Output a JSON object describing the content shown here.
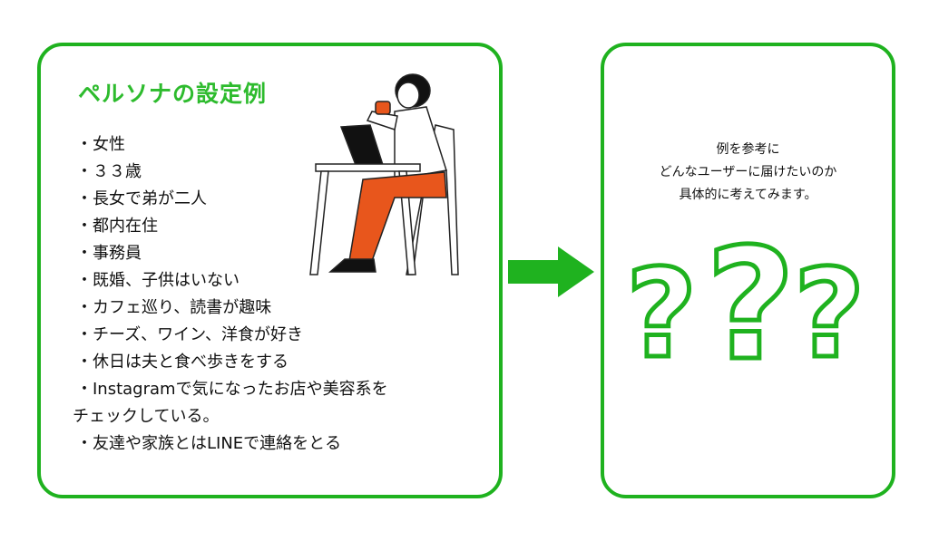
{
  "left_panel": {
    "title": "ペルソナの設定例",
    "items": [
      "・女性",
      "・３３歳",
      "・長女で弟が二人",
      "・都内在住",
      "・事務員",
      "・既婚、子供はいない",
      "・カフェ巡り、読書が趣味",
      "・チーズ、ワイン、洋食が好き",
      "・休日は夫と食べ歩きをする",
      "・Instagramで気になったお店や美容系を",
      "チェックしている。",
      "・友達や家族とはLINEで連絡をとる"
    ]
  },
  "right_panel": {
    "lines": [
      "例を参考に",
      "どんなユーザーに届けたいのか",
      "具体的に考えてみます。"
    ],
    "symbols": [
      "?",
      "?",
      "?"
    ]
  },
  "colors": {
    "accent": "#1fb21f",
    "pants": "#e8561c"
  }
}
